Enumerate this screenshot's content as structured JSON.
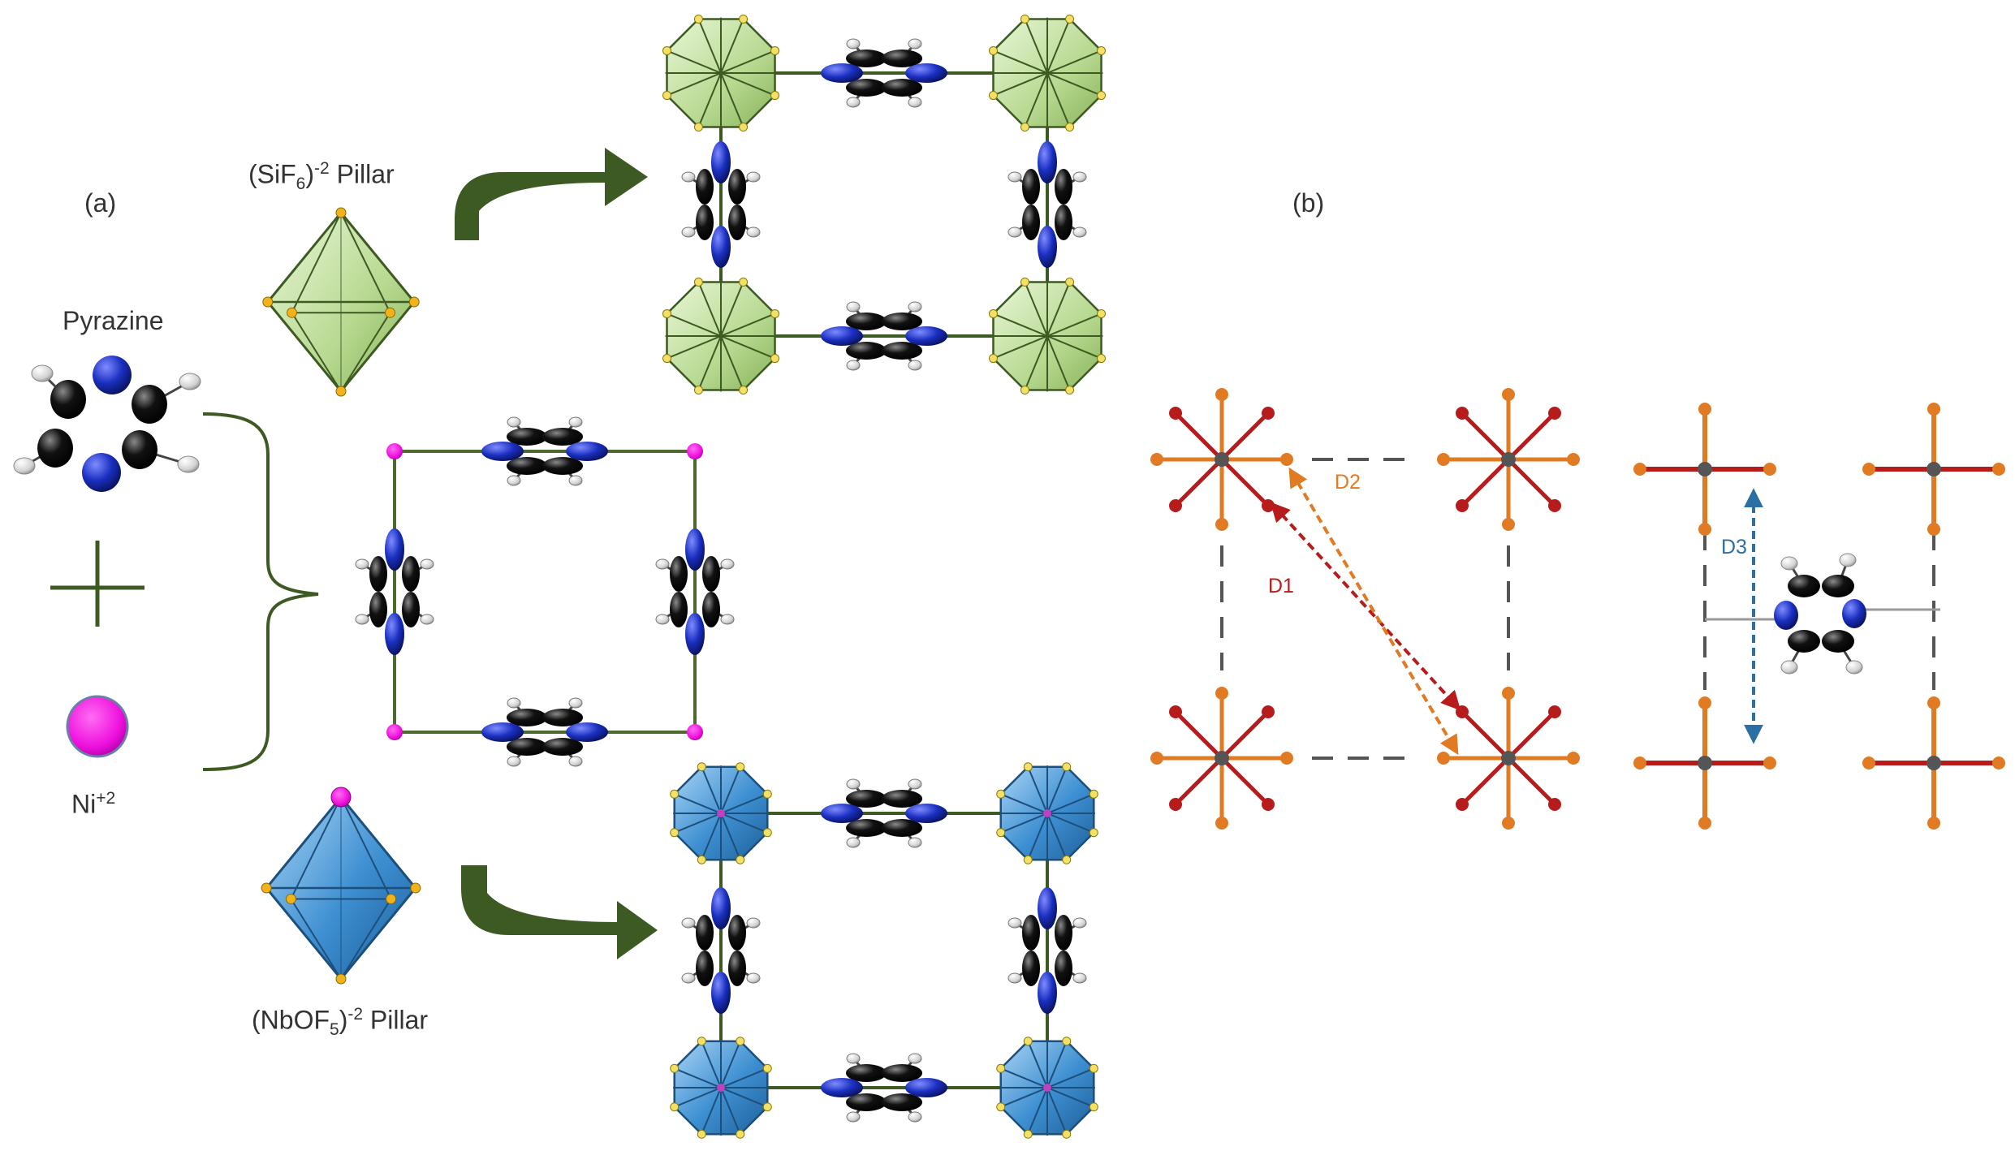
{
  "panels": {
    "a": "(a)",
    "b": "(b)"
  },
  "labels": {
    "pyrazine": "Pyrazine",
    "ni_base": "Ni",
    "ni_charge": "+2",
    "sif6_open": "(SiF",
    "sif6_sub": "6",
    "sif6_close": ")",
    "sif6_charge": "-2",
    "sif6_tail": " Pillar",
    "nbof5_open": "(NbOF",
    "nbof5_sub": "5",
    "nbof5_close": ")",
    "nbof5_charge": "-2",
    "nbof5_tail": " Pillar"
  },
  "distances": {
    "d1": "D1",
    "d2": "D2",
    "d3": "D3"
  },
  "colors": {
    "nitrogen": "#1a2fc0",
    "carbon": "#111111",
    "hydrogen": "#dddddd",
    "nickel": "#ee10dd",
    "sif6": "#9bc66e",
    "nbof5": "#3d8fd1",
    "arrow": "#3e5a23",
    "red_ligand": "#b71c1c",
    "orange_ligand": "#e07b24",
    "d1_color": "#b71c1c",
    "d2_color": "#e07b24",
    "d3_color": "#2c6fa3"
  }
}
